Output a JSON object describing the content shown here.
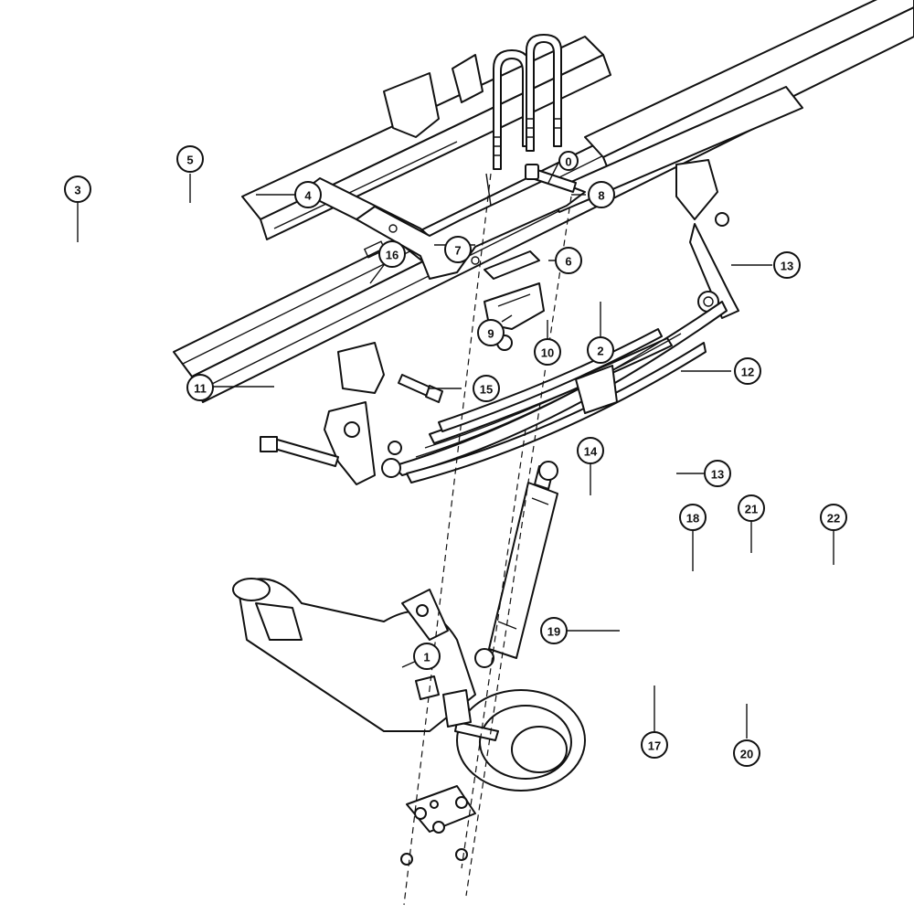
{
  "diagram": {
    "callouts": [
      {
        "id": "c1",
        "label": "1"
      },
      {
        "id": "c2",
        "label": "2"
      },
      {
        "id": "c3",
        "label": "3"
      },
      {
        "id": "c4",
        "label": "4"
      },
      {
        "id": "c5",
        "label": "5"
      },
      {
        "id": "c6",
        "label": "6"
      },
      {
        "id": "c7",
        "label": "7"
      },
      {
        "id": "c8",
        "label": "8"
      },
      {
        "id": "c9",
        "label": "9"
      },
      {
        "id": "c10",
        "label": "10"
      },
      {
        "id": "c11",
        "label": "11"
      },
      {
        "id": "c12",
        "label": "12"
      },
      {
        "id": "c13a",
        "label": "13"
      },
      {
        "id": "c13b",
        "label": "13"
      },
      {
        "id": "c14",
        "label": "14"
      },
      {
        "id": "c15",
        "label": "15"
      },
      {
        "id": "c16",
        "label": "16"
      },
      {
        "id": "c17",
        "label": "17"
      },
      {
        "id": "c18",
        "label": "18"
      },
      {
        "id": "c19",
        "label": "19"
      },
      {
        "id": "c20",
        "label": "20"
      },
      {
        "id": "c21",
        "label": "21"
      },
      {
        "id": "c22",
        "label": "22"
      },
      {
        "id": "c0",
        "label": "0"
      }
    ]
  }
}
